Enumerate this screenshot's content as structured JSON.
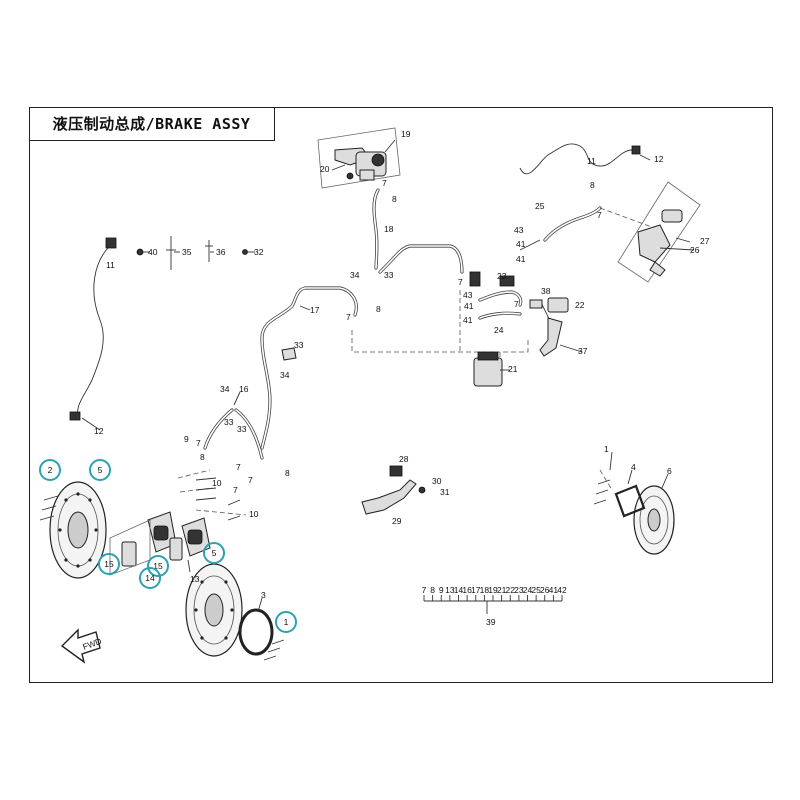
{
  "title": "液压制动总成/BRAKE ASSY",
  "callouts": [
    {
      "id": "c19",
      "label": "19"
    },
    {
      "id": "c20",
      "label": "20"
    },
    {
      "id": "c7a",
      "label": "7"
    },
    {
      "id": "c8a",
      "label": "8"
    },
    {
      "id": "c18",
      "label": "18"
    },
    {
      "id": "c34a",
      "label": "34"
    },
    {
      "id": "c33a",
      "label": "33"
    },
    {
      "id": "c11a",
      "label": "11"
    },
    {
      "id": "c12a",
      "label": "12"
    },
    {
      "id": "c25",
      "label": "25"
    },
    {
      "id": "c8b",
      "label": "8"
    },
    {
      "id": "c7b",
      "label": "7"
    },
    {
      "id": "c27",
      "label": "27"
    },
    {
      "id": "c26",
      "label": "26"
    },
    {
      "id": "c43a",
      "label": "43"
    },
    {
      "id": "c41a",
      "label": "41"
    },
    {
      "id": "c41b",
      "label": "41"
    },
    {
      "id": "c11b",
      "label": "11"
    },
    {
      "id": "c40",
      "label": "40"
    },
    {
      "id": "c35",
      "label": "35"
    },
    {
      "id": "c36",
      "label": "36"
    },
    {
      "id": "c32",
      "label": "32"
    },
    {
      "id": "c17",
      "label": "17"
    },
    {
      "id": "c7c",
      "label": "7"
    },
    {
      "id": "c8c",
      "label": "8"
    },
    {
      "id": "c7d",
      "label": "7"
    },
    {
      "id": "c23",
      "label": "23"
    },
    {
      "id": "c43b",
      "label": "43"
    },
    {
      "id": "c41c",
      "label": "41"
    },
    {
      "id": "c41d",
      "label": "41"
    },
    {
      "id": "c7e",
      "label": "7"
    },
    {
      "id": "c24",
      "label": "24"
    },
    {
      "id": "c38",
      "label": "38"
    },
    {
      "id": "c22",
      "label": "22"
    },
    {
      "id": "c37",
      "label": "37"
    },
    {
      "id": "c33b",
      "label": "33"
    },
    {
      "id": "c34b",
      "label": "34"
    },
    {
      "id": "c21",
      "label": "21"
    },
    {
      "id": "c12b",
      "label": "12"
    },
    {
      "id": "c34c",
      "label": "34"
    },
    {
      "id": "c16",
      "label": "16"
    },
    {
      "id": "c33c",
      "label": "33"
    },
    {
      "id": "c33d",
      "label": "33"
    },
    {
      "id": "c9",
      "label": "9"
    },
    {
      "id": "c7f",
      "label": "7"
    },
    {
      "id": "c8d",
      "label": "8"
    },
    {
      "id": "c7g",
      "label": "7"
    },
    {
      "id": "c7h",
      "label": "7"
    },
    {
      "id": "c8e",
      "label": "8"
    },
    {
      "id": "c10a",
      "label": "10"
    },
    {
      "id": "c10b",
      "label": "10"
    },
    {
      "id": "c7i",
      "label": "7"
    },
    {
      "id": "c28",
      "label": "28"
    },
    {
      "id": "c30",
      "label": "30"
    },
    {
      "id": "c31",
      "label": "31"
    },
    {
      "id": "c29",
      "label": "29"
    },
    {
      "id": "c1b",
      "label": "1"
    },
    {
      "id": "c4",
      "label": "4"
    },
    {
      "id": "c6",
      "label": "6"
    },
    {
      "id": "c13",
      "label": "13"
    },
    {
      "id": "c3",
      "label": "3"
    },
    {
      "id": "c39",
      "label": "39"
    }
  ],
  "highlighted_callouts": [
    {
      "id": "h2",
      "label": "2"
    },
    {
      "id": "h5a",
      "label": "5"
    },
    {
      "id": "h15a",
      "label": "15"
    },
    {
      "id": "h15b",
      "label": "15"
    },
    {
      "id": "h14",
      "label": "14"
    },
    {
      "id": "h5b",
      "label": "5"
    },
    {
      "id": "h1",
      "label": "1"
    }
  ],
  "kit_39_numbers": [
    "7",
    "8",
    "9",
    "13",
    "14",
    "16",
    "17",
    "18",
    "19",
    "21",
    "22",
    "23",
    "24",
    "25",
    "26",
    "41",
    "42"
  ],
  "fwd_label": "FWD",
  "colors": {
    "highlight": "#2aa2b0",
    "line": "#222222",
    "background": "#ffffff"
  }
}
